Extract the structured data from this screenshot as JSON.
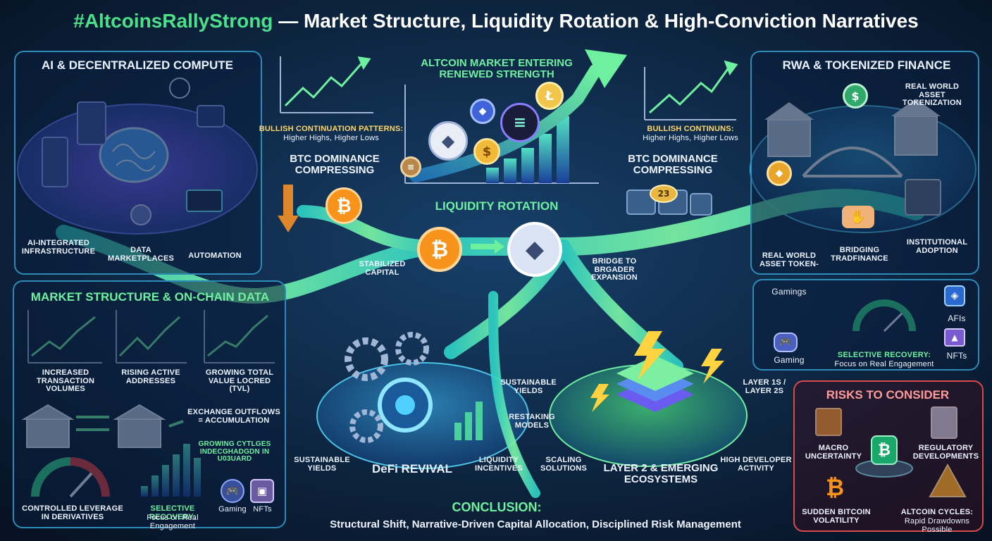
{
  "title": {
    "hashtag": "#AltcoinsRallyStrong",
    "rest": " — Market Structure, Liquidity Rotation & High-Conviction Narratives"
  },
  "colors": {
    "accent_green": "#4be08a",
    "panel_border": "#2d8bb8",
    "river": "#5ff0b0",
    "risk_border": "#d94a4a",
    "btc_orange": "#f7931a"
  },
  "ai": {
    "title": "AI & DECENTRALIZED COMPUTE",
    "infra": "AI-INTEGRATED INFRASTRUCTURE",
    "data": "DATA MARKETPLACES",
    "auto": "AUTOMATION"
  },
  "market": {
    "title": "ALTCOIN MARKET ENTERING RENEWED STRENGTH",
    "patterns_left": "BULLISH CONTINUATION PATTERNS:",
    "patterns_left_sub": "Higher Highs, Higher Lows",
    "patterns_right": "BULLISH CONTINUNS:",
    "patterns_right_sub": "Higher Highs, Higher Lows",
    "btc_dom_left": "BTC DOMINANCE COMPRESSING",
    "btc_dom_right": "BTC DOMINANCE COMPRESSING",
    "coin_badge": "23"
  },
  "rwa": {
    "title": "RWA & TOKENIZED FINANCE",
    "tokenization": "REAL WORLD ASSET TOKENIZATION",
    "token": "REAL WORLD ASSET TOKEN-",
    "bridging": "BRIDGING TRADFINANCE",
    "adoption": "INSTITUTIONAL ADOPTION"
  },
  "liquidity": {
    "title": "LIQUIDITY ROTATION",
    "stabilized": "STABILIZED CAPITAL",
    "bridge": "BRIDGE TO BRGADER EXPANSION"
  },
  "onchain": {
    "title": "MARKET STRUCTURE & ON-CHAIN DATA",
    "tx": "INCREASED TRANSACTION VOLUMES",
    "addr": "RISING ACTIVE ADDRESSES",
    "tvl": "GROWING TOTAL VALUE LOCRED (TVL)",
    "outflows": "EXCHANGE OUTFLOWS = ACCUMULATION",
    "cycles": "GROWING CYTLGES INDECGHADGDN IN U03UARD",
    "leverage": "CONTROLLED LEVERAGE IN DERIVATIVES",
    "recovery": "SELECTIVE RECOVERY:",
    "recovery_sub": "Focus on Real Engagement",
    "gaming": "Gaming",
    "nfts": "NFTs"
  },
  "gaming_panel": {
    "gamings": "Gamings",
    "gaming": "Gaming",
    "afis": "AFIs",
    "nfts": "NFTs",
    "recovery": "SELECTIVE RECOVERY:",
    "recovery_sub": "Focus on Real Engagement"
  },
  "defi": {
    "title": "DeFi REVIVAL",
    "yields_top": "SUSTAINABLE YIELDS",
    "restaking": "RESTAKING MODELS",
    "yields_left": "SUSTAINABLE YIELDS",
    "incentives": "LIQUIDITY INCENTIVES"
  },
  "layer2": {
    "title": "LAYER 2 & EMERGING ECOSYSTEMS",
    "layers": "LAYER 1s / LAYER 2s",
    "scaling": "SCALING SOLUTIONS",
    "dev": "HIGH DEVELOPER ACTIVITY"
  },
  "risks": {
    "title": "RISKS TO CONSIDER",
    "macro": "MACRO UNCERTAINTY",
    "regulatory": "REGULATORY DEVELOPMENTS",
    "btc_vol": "SUDDEN BITCOIN VOLATILITY",
    "cycles": "ALTCOIN CYCLES:",
    "cycles_sub": "Rapid Drawdowns Possible"
  },
  "conclusion": {
    "title": "CONCLUSION:",
    "text": "Structural Shift, Narrative-Driven Capital Allocation, Disciplined Risk Management"
  }
}
